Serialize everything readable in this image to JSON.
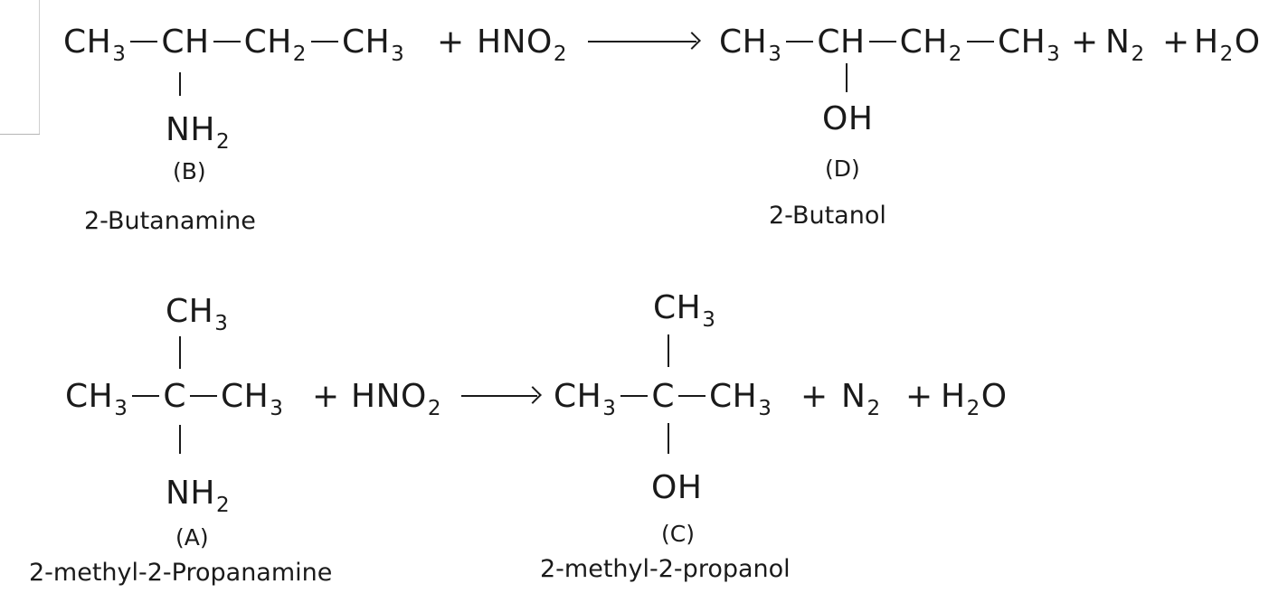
{
  "reaction1": {
    "reactant": [
      "CH",
      "3",
      "CH",
      "CH",
      "2",
      "CH",
      "3"
    ],
    "plus1": "+",
    "reagent": [
      "HNO",
      "2"
    ],
    "product": [
      "CH",
      "3",
      "CH",
      "CH",
      "2",
      "CH",
      "3"
    ],
    "plus2": "+",
    "n2": [
      "N",
      "2"
    ],
    "plus3": "+",
    "water": [
      "H",
      "2",
      "O"
    ],
    "reactant_sub": [
      "NH",
      "2"
    ],
    "product_sub": "OH",
    "reactant_label": "(B)",
    "product_label": "(D)",
    "reactant_name": "2-Butanamine",
    "product_name": "2-Butanol"
  },
  "reaction2": {
    "reactant_top": [
      "CH",
      "3"
    ],
    "reactant": [
      "CH",
      "3",
      "C",
      "CH",
      "3"
    ],
    "plus1": "+",
    "reagent": [
      "HNO",
      "2"
    ],
    "product_top": [
      "CH",
      "3"
    ],
    "product": [
      "CH",
      "3",
      "C",
      "CH",
      "3"
    ],
    "plus2": "+",
    "n2": [
      "N",
      "2"
    ],
    "plus3": "+",
    "water": [
      "H",
      "2",
      "O"
    ],
    "reactant_sub": [
      "NH",
      "2"
    ],
    "product_sub": "OH",
    "reactant_label": "(A)",
    "product_label": "(C)",
    "reactant_name": "2-methyl-2-Propanamine",
    "product_name": "2-methyl-2-propanol"
  }
}
